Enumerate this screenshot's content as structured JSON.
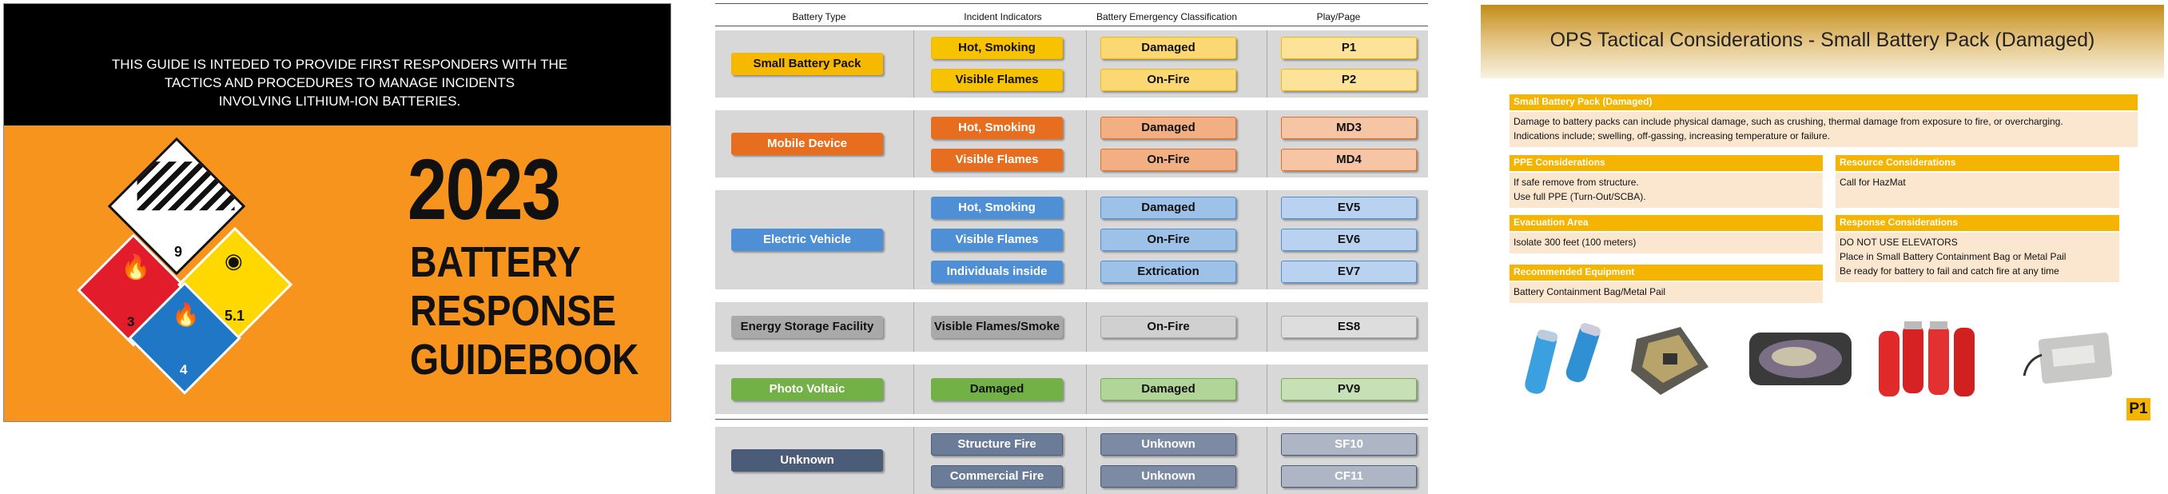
{
  "cover": {
    "intro_lines": [
      "THIS GUIDE IS INTEDED TO PROVIDE FIRST RESPONDERS WITH THE",
      "TACTICS AND PROCEDURES TO MANAGE INCIDENTS",
      "INVOLVING LITHIUM-ION BATTERIES."
    ],
    "year": "2023",
    "title_lines": [
      "BATTERY",
      "RESPONSE",
      "GUIDEBOOK"
    ],
    "placards": [
      {
        "icon": "class-9-misc-hazard-icon",
        "number": "9",
        "color": "#ffffff"
      },
      {
        "icon": "flammable-solid-icon",
        "number": "3",
        "color": "#e21c2b"
      },
      {
        "icon": "dangerous-when-wet-icon",
        "number": "4",
        "color": "#1f77c6"
      },
      {
        "icon": "oxidizer-icon",
        "number": "5.1",
        "color": "#ffd800"
      }
    ]
  },
  "flow": {
    "headers": [
      "Battery Type",
      "Incident Indicators",
      "Battery Emergency Classification",
      "Play/Page"
    ],
    "groups": [
      {
        "type": "Small Battery Pack",
        "color": "#f7b800",
        "rows": [
          {
            "indicator": "Hot, Smoking",
            "classification": "Damaged",
            "page": "P1"
          },
          {
            "indicator": "Visible Flames",
            "classification": "On-Fire",
            "page": "P2"
          }
        ]
      },
      {
        "type": "Mobile Device",
        "color": "#e66e1e",
        "rows": [
          {
            "indicator": "Hot, Smoking",
            "classification": "Damaged",
            "page": "MD3"
          },
          {
            "indicator": "Visible Flames",
            "classification": "On-Fire",
            "page": "MD4"
          }
        ]
      },
      {
        "type": "Electric Vehicle",
        "color": "#4f8fd6",
        "rows": [
          {
            "indicator": "Hot, Smoking",
            "classification": "Damaged",
            "page": "EV5"
          },
          {
            "indicator": "Visible Flames",
            "classification": "On-Fire",
            "page": "EV6"
          },
          {
            "indicator": "Individuals inside",
            "classification": "Extrication",
            "page": "EV7"
          }
        ]
      },
      {
        "type": "Energy Storage Facility",
        "color": "#a9a9a9",
        "rows": [
          {
            "indicator": "Visible Flames/Smoke",
            "classification": "On-Fire",
            "page": "ES8"
          }
        ]
      },
      {
        "type": "Photo Voltaic",
        "color": "#72b146",
        "rows": [
          {
            "indicator": "Damaged",
            "classification": "Damaged",
            "page": "PV9"
          }
        ]
      },
      {
        "type": "Unknown",
        "color": "#4a5c78",
        "rows": [
          {
            "indicator": "Structure Fire",
            "classification": "Unknown",
            "page": "SF10"
          },
          {
            "indicator": "Commercial Fire",
            "classification": "Unknown",
            "page": "CF11"
          }
        ]
      }
    ]
  },
  "ops": {
    "title": "OPS Tactical Considerations - Small Battery Pack (Damaged)",
    "sections": {
      "overview": {
        "heading": "Small Battery Pack (Damaged)",
        "lines": [
          "Damage to battery packs can include physical damage, such as crushing, thermal damage from exposure to fire, or overcharging.",
          "Indications include; swelling, off-gassing, increasing temperature or failure."
        ]
      },
      "ppe": {
        "heading": "PPE Considerations",
        "lines": [
          "If safe remove from structure.",
          "Use full PPE (Turn-Out/SCBA)."
        ]
      },
      "resource": {
        "heading": "Resource Considerations",
        "lines": [
          "Call for HazMat"
        ]
      },
      "evacuation": {
        "heading": "Evacuation Area",
        "lines": [
          "Isolate 300 feet (100 meters)"
        ]
      },
      "response": {
        "heading": "Response Considerations",
        "lines": [
          "DO NOT USE ELEVATORS",
          "Place in Small Battery Containment Bag or Metal Pail",
          "Be ready for battery to fail and catch fire at any time"
        ]
      },
      "equipment": {
        "heading": "Recommended Equipment",
        "lines": [
          "Battery Containment Bag/Metal Pail"
        ]
      }
    },
    "photos": [
      "blue-cylindrical-cells-photo",
      "damaged-phone-board-photo",
      "swollen-battery-photo",
      "red-cell-pack-photo",
      "pouch-cell-photo"
    ],
    "page_tag": "P1"
  }
}
